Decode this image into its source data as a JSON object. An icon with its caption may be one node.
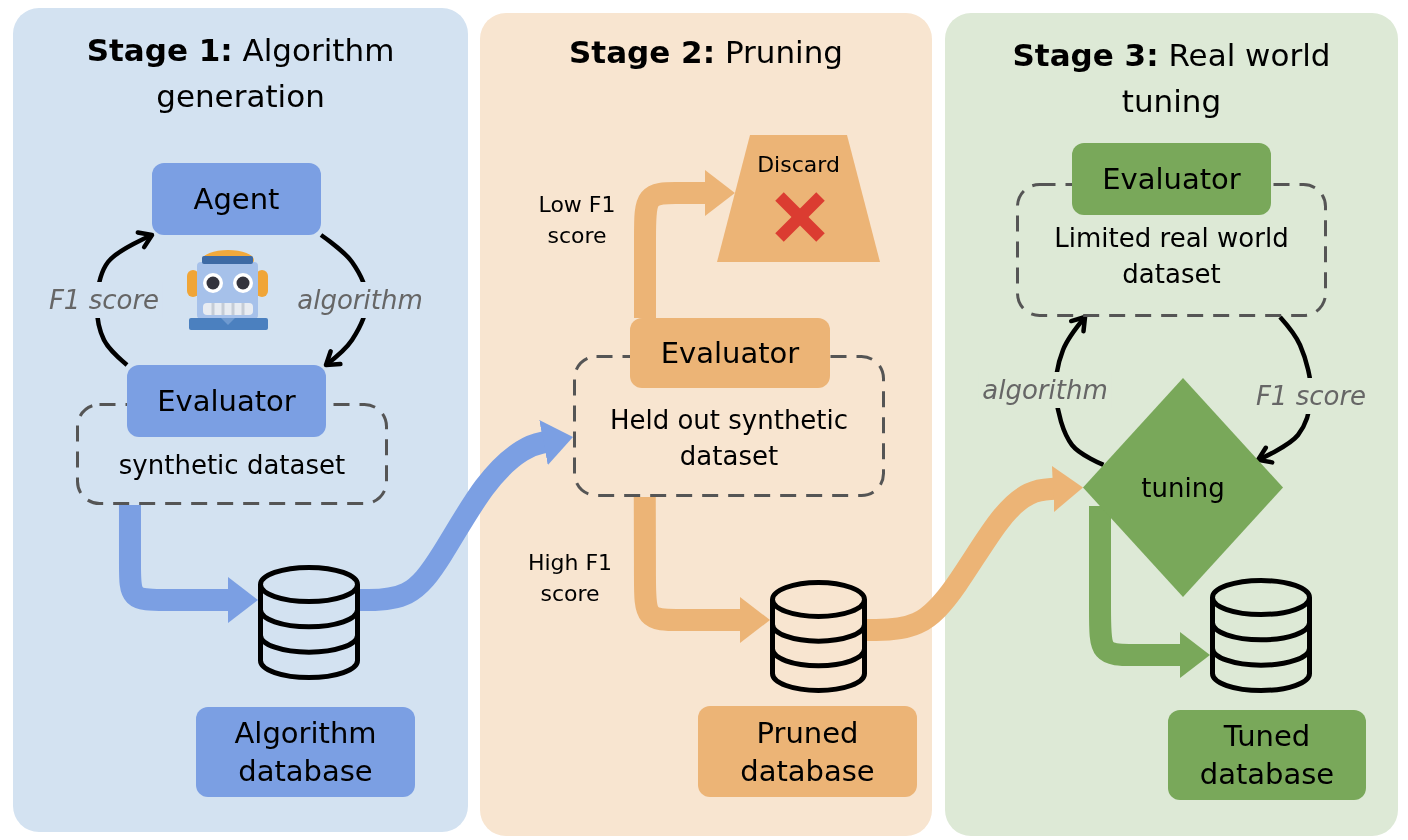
{
  "diagram": {
    "nodes": [
      {
        "text": [
          "**Stage 1:** Algorithm generation"
        ]
      },
      {
        "text": [
          "Agent"
        ],
        "in": 0
      },
      {
        "text": [
          "Evaluator"
        ],
        "in": 0
      },
      {
        "text": [
          "synthetic dataset"
        ],
        "in": 0
      },
      {
        "text": [],
        "shape": "cylinder",
        "in": 0
      },
      {
        "text": [
          "Algorithm database"
        ],
        "in": 0
      },
      {
        "text": [
          "**Stage 2:** Pruning"
        ]
      },
      {
        "text": [
          "Discard"
        ],
        "in": 6
      },
      {
        "text": [
          "Evaluator"
        ],
        "in": 6
      },
      {
        "text": [
          "Held out synthetic dataset"
        ],
        "in": 6
      },
      {
        "text": [],
        "shape": "cylinder",
        "in": 6
      },
      {
        "text": [
          "Pruned database"
        ],
        "in": 6
      },
      {
        "text": [
          "**Stage 3:** Real world tuning"
        ]
      },
      {
        "text": [
          "Evaluator"
        ],
        "in": 12
      },
      {
        "text": [
          "Limited real world dataset"
        ],
        "in": 12
      },
      {
        "text": [
          "tuning"
        ],
        "in": 12
      },
      {
        "text": [],
        "shape": "cylinder",
        "in": 12
      },
      {
        "text": [
          "Tuned database"
        ],
        "in": 12
      }
    ],
    "edges": [
      {
        "from": 1,
        "to": 2,
        "arrow": "to",
        "label": "algorithm"
      },
      {
        "from": 2,
        "to": 1,
        "arrow": "to",
        "label": "F1 score"
      },
      {
        "from": 3,
        "to": 4,
        "arrow": "to",
        "color": "#7b9fe3"
      },
      {
        "from": 4,
        "to": 9,
        "arrow": "to",
        "color": "#7b9fe3"
      },
      {
        "from": 8,
        "to": 7,
        "arrow": "to",
        "label": "Low F1 score",
        "color": "#ecb476"
      },
      {
        "from": 9,
        "to": 10,
        "arrow": "to",
        "label": "High F1 score",
        "color": "#ecb476"
      },
      {
        "from": 10,
        "to": 15,
        "arrow": "to",
        "color": "#ecb476"
      },
      {
        "from": 15,
        "to": 14,
        "arrow": "to",
        "label": "algorithm"
      },
      {
        "from": 14,
        "to": 15,
        "arrow": "to",
        "label": "F1 score"
      },
      {
        "from": 15,
        "to": 16,
        "arrow": "to",
        "color": "#79a85a"
      }
    ]
  }
}
